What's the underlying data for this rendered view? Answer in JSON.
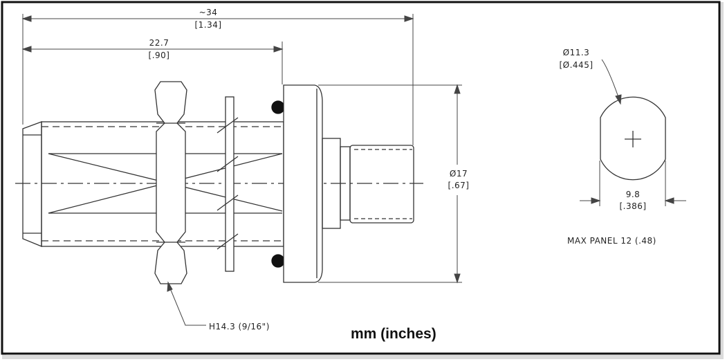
{
  "drawing": {
    "dim_overall": {
      "value": "~34",
      "inches": "[1.34]"
    },
    "dim_length": {
      "value": "22.7",
      "inches": "[.90]"
    },
    "dim_flange_diameter": {
      "value": "Ø17",
      "inches": "[.67]"
    },
    "dim_cutout_diameter": {
      "value": "Ø11.3",
      "inches": "[Ø.445]"
    },
    "dim_cutout_flat": {
      "value": "9.8",
      "inches": "[.386]"
    },
    "hex_callout": "H14.3 (9/16\")",
    "panel_note": "MAX PANEL 12 (.48)",
    "units_note": "mm (inches)"
  }
}
